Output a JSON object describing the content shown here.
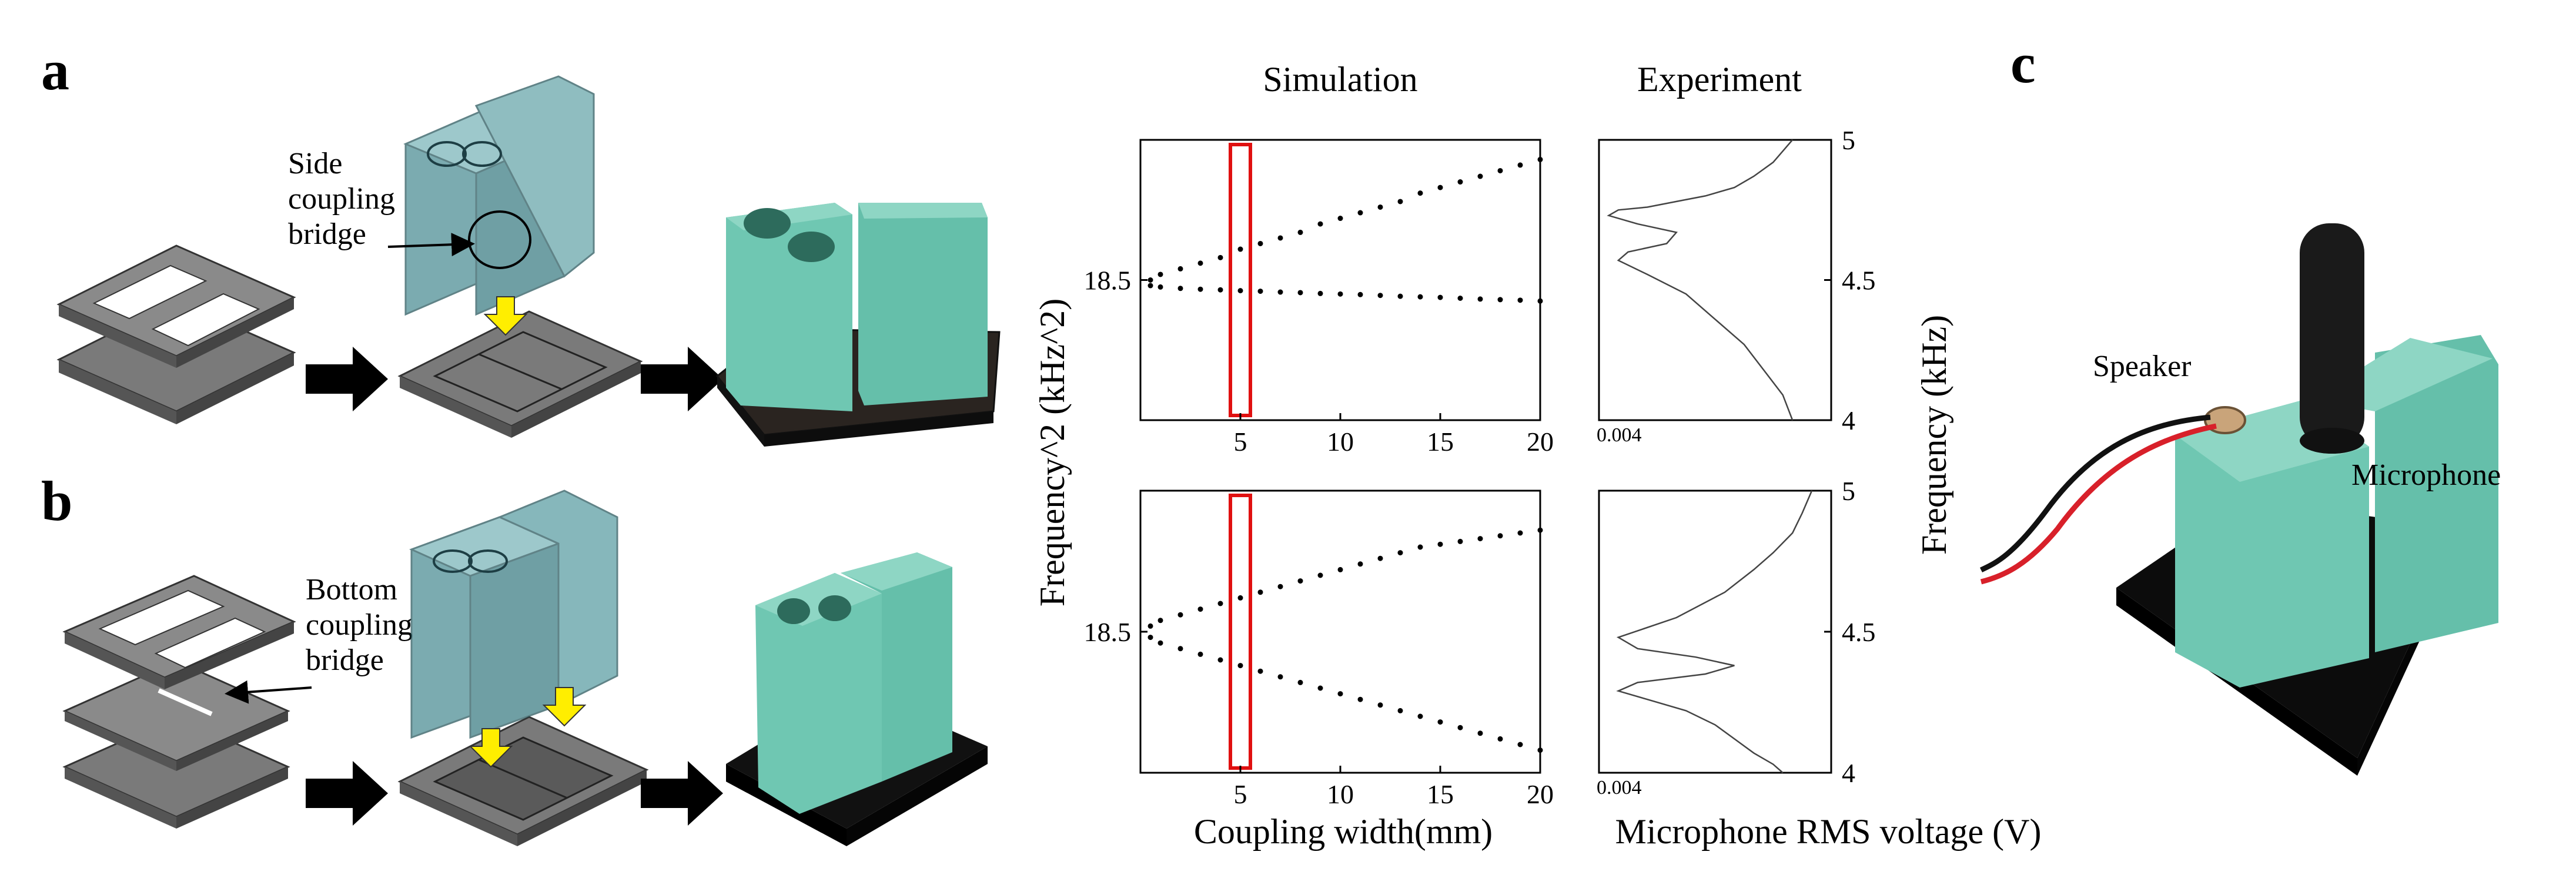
{
  "panels": {
    "a": "a",
    "b": "b",
    "c": "c"
  },
  "annotations": {
    "side_bridge": [
      "Side",
      "coupling",
      "bridge"
    ],
    "bottom_bridge": [
      "Bottom",
      "coupling",
      "bridge"
    ],
    "speaker": "Speaker",
    "microphone": "Microphone"
  },
  "colors": {
    "resonator": "#6fc7b2",
    "resonator_glass": "#4f8f96",
    "plate": "#7a7a7a",
    "plate_dark": "#555555",
    "base_black": "#151515",
    "arrow_yellow": "#ffee00",
    "highlight_red": "#e01010"
  },
  "icons": [
    "black-right-arrow-icon",
    "yellow-down-arrow-icon"
  ],
  "chart_data": [
    {
      "id": "sim-top",
      "type": "scatter",
      "column_title": "Simulation",
      "xlim": [
        0,
        20
      ],
      "x_ticks": [
        "5",
        "10",
        "15",
        "20"
      ],
      "y_ticks": [
        "18.5"
      ],
      "highlight_x": [
        4.5,
        5.5
      ],
      "series": [
        {
          "x": [
            0.5,
            1,
            2,
            3,
            4,
            5,
            6,
            7,
            8,
            9,
            10,
            11,
            12,
            13,
            14,
            15,
            16,
            17,
            18,
            19,
            20
          ],
          "y": [
            18.5,
            18.52,
            18.54,
            18.56,
            18.58,
            18.61,
            18.63,
            18.65,
            18.67,
            18.7,
            18.72,
            18.74,
            18.76,
            18.78,
            18.81,
            18.83,
            18.85,
            18.87,
            18.89,
            18.91,
            18.93
          ]
        },
        {
          "x": [
            0.5,
            1,
            2,
            3,
            4,
            5,
            6,
            7,
            8,
            9,
            10,
            11,
            12,
            13,
            14,
            15,
            16,
            17,
            18,
            19,
            20
          ],
          "y": [
            18.48,
            18.475,
            18.47,
            18.467,
            18.465,
            18.462,
            18.46,
            18.457,
            18.455,
            18.452,
            18.45,
            18.448,
            18.445,
            18.442,
            18.44,
            18.438,
            18.435,
            18.432,
            18.43,
            18.428,
            18.425
          ]
        }
      ]
    },
    {
      "id": "exp-top",
      "type": "line",
      "column_title": "Experiment",
      "x_tick": "0.004",
      "y_ticks": [
        "5",
        "4.5",
        "4"
      ],
      "curve_x": [
        0.022,
        0.02,
        0.018,
        0.016,
        0.013,
        0.01,
        0.007,
        0.004,
        0.003,
        0.006,
        0.01,
        0.009,
        0.005,
        0.004,
        0.007,
        0.011,
        0.014,
        0.017,
        0.019,
        0.021,
        0.022
      ],
      "curve_y": [
        5.0,
        4.92,
        4.87,
        4.83,
        4.8,
        4.78,
        4.76,
        4.75,
        4.73,
        4.7,
        4.67,
        4.63,
        4.6,
        4.57,
        4.52,
        4.45,
        4.36,
        4.27,
        4.18,
        4.09,
        4.0
      ]
    },
    {
      "id": "sim-bottom",
      "type": "scatter",
      "xlim": [
        0,
        20
      ],
      "x_ticks": [
        "5",
        "10",
        "15",
        "20"
      ],
      "y_ticks": [
        "18.5"
      ],
      "highlight_x": [
        4.5,
        5.5
      ],
      "series": [
        {
          "x": [
            0.5,
            1,
            2,
            3,
            4,
            5,
            6,
            7,
            8,
            9,
            10,
            11,
            12,
            13,
            14,
            15,
            16,
            17,
            18,
            19,
            20
          ],
          "y": [
            18.52,
            18.54,
            18.56,
            18.58,
            18.6,
            18.62,
            18.64,
            18.66,
            18.68,
            18.7,
            18.72,
            18.74,
            18.76,
            18.78,
            18.8,
            18.81,
            18.82,
            18.83,
            18.84,
            18.85,
            18.86
          ]
        },
        {
          "x": [
            0.5,
            1,
            2,
            3,
            4,
            5,
            6,
            7,
            8,
            9,
            10,
            11,
            12,
            13,
            14,
            15,
            16,
            17,
            18,
            19,
            20
          ],
          "y": [
            18.48,
            18.46,
            18.44,
            18.42,
            18.4,
            18.38,
            18.36,
            18.34,
            18.32,
            18.3,
            18.28,
            18.26,
            18.24,
            18.22,
            18.2,
            18.18,
            18.16,
            18.14,
            18.12,
            18.1,
            18.08
          ]
        }
      ]
    },
    {
      "id": "exp-bottom",
      "type": "line",
      "x_tick": "0.004",
      "y_ticks": [
        "5",
        "4.5",
        "4"
      ],
      "curve_x": [
        0.024,
        0.023,
        0.022,
        0.02,
        0.018,
        0.015,
        0.01,
        0.004,
        0.006,
        0.012,
        0.016,
        0.013,
        0.006,
        0.004,
        0.007,
        0.011,
        0.014,
        0.016,
        0.018,
        0.02,
        0.021
      ],
      "curve_y": [
        5.0,
        4.92,
        4.85,
        4.78,
        4.72,
        4.64,
        4.55,
        4.48,
        4.44,
        4.41,
        4.38,
        4.35,
        4.32,
        4.29,
        4.26,
        4.22,
        4.17,
        4.12,
        4.07,
        4.03,
        4.0
      ]
    }
  ],
  "axis_titles": {
    "sim_x": "Coupling width(mm)",
    "exp_x": "Microphone RMS voltage (V)",
    "sim_y": "Frequency^2 (kHz^2)",
    "exp_y": "Frequency (kHz)"
  }
}
